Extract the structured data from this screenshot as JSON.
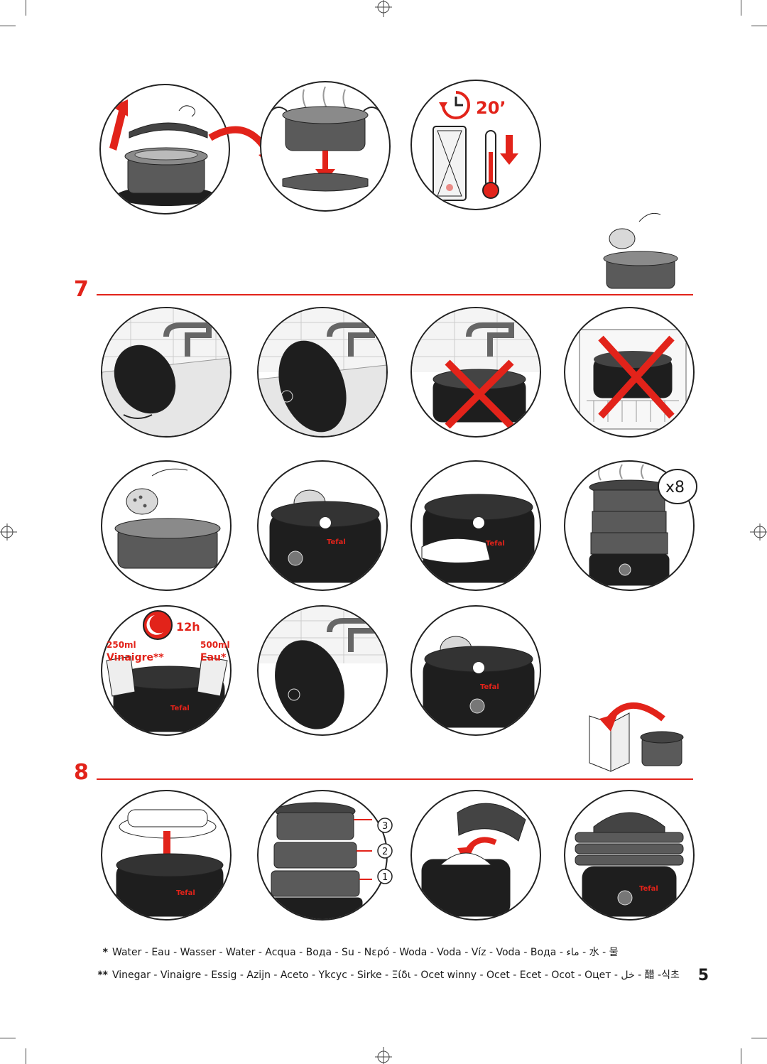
{
  "section_7": {
    "number": "7"
  },
  "section_8": {
    "number": "8"
  },
  "timer": {
    "label": "20’"
  },
  "descale": {
    "hours": "12h",
    "vinegar_volume": "250ml",
    "vinegar_label": "Vinaigre**",
    "water_volume": "500ml",
    "water_label": "Eau*"
  },
  "cycles": {
    "label": "x8"
  },
  "stack_order": [
    "3",
    "2",
    "1"
  ],
  "brand": "Tefal",
  "legend": {
    "water_marker": "*",
    "water_terms": "Water - Eau - Wasser - Water - Acqua - Вода - Su - Νερό - Woda - Voda - Víz - Voda - Вода - ماء - 水 - 물",
    "vinegar_marker": "**",
    "vinegar_terms": "Vinegar - Vinaigre - Essig - Azijn - Aceto - Ykcyc - Sirke - Ξίδι - Ocet winny - Ocet - Ecet - Ocot - Оцет - خل - 醋 -식초"
  },
  "page": {
    "number": "5"
  },
  "colors": {
    "accent": "#e2231a",
    "outline": "#222222",
    "metal": "#5a5a5a",
    "dark": "#1e1e1e"
  }
}
